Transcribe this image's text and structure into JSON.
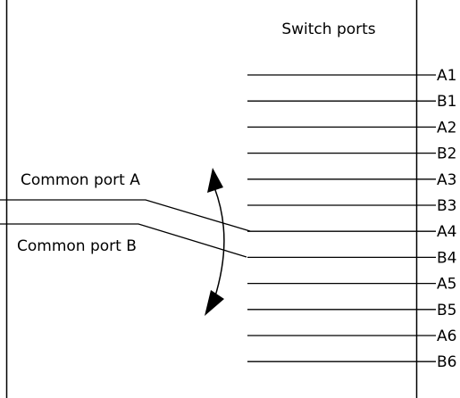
{
  "title": "Switch ports",
  "common_ports": [
    {
      "label": "Common port A"
    },
    {
      "label": "Common port B"
    }
  ],
  "switch_ports": [
    {
      "label": "A1"
    },
    {
      "label": "B1"
    },
    {
      "label": "A2"
    },
    {
      "label": "B2"
    },
    {
      "label": "A3"
    },
    {
      "label": "B3"
    },
    {
      "label": "A4"
    },
    {
      "label": "B4"
    },
    {
      "label": "A5"
    },
    {
      "label": "B5"
    },
    {
      "label": "A6"
    },
    {
      "label": "B6"
    }
  ],
  "colors": {
    "line": "#000000",
    "background": "#ffffff"
  }
}
